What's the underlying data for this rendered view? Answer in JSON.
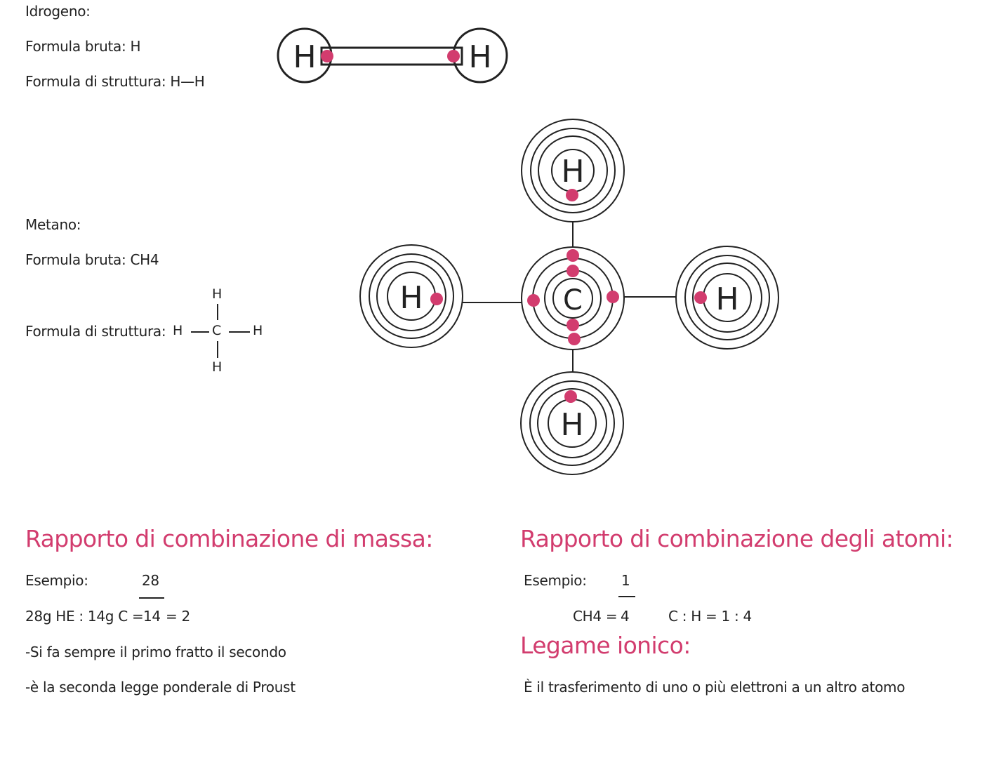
{
  "idrogeno": {
    "title": "Idrogeno:",
    "formula_bruta": "Formula bruta: H",
    "formula_struttura": "Formula di struttura: H—H",
    "atom_label": "H"
  },
  "metano": {
    "title": "Metano:",
    "formula_bruta": "Formula bruta: CH4",
    "formula_struttura_label": "Formula di struttura:",
    "struct": {
      "h_top": "H",
      "h_left": "H",
      "c": "C",
      "h_right": "H",
      "h_bottom": "H"
    },
    "diagram": {
      "center": "C",
      "outer": "H"
    }
  },
  "massa": {
    "heading": "Rapporto di combinazione di massa:",
    "esempio": "Esempio:",
    "numerator": "28",
    "expr_left": "28g HE : 14g C =",
    "denominator": "14",
    "result": "= 2",
    "note1": "-Si fa sempre il primo fratto il secondo",
    "note2": "-è la seconda legge ponderale di Proust"
  },
  "atomi": {
    "heading": "Rapporto di combinazione degli atomi:",
    "esempio": "Esempio:",
    "numerator": "1",
    "expr_left": "CH4 =",
    "denominator": "4",
    "ratio": "C : H = 1 : 4"
  },
  "ionico": {
    "heading": "Legame ionico:",
    "text": "È il trasferimento di uno o più elettroni a un altro atomo"
  },
  "colors": {
    "electron": "#d23c6e",
    "heading": "#d23c6e",
    "line": "#222222"
  }
}
